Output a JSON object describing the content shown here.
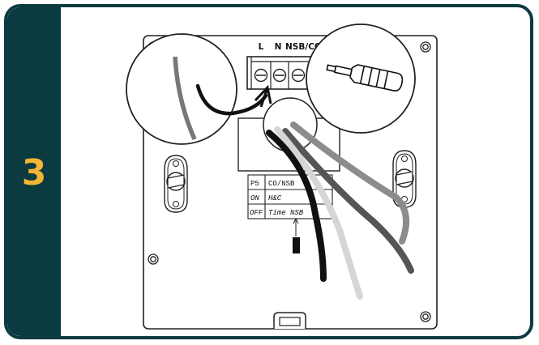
{
  "step": {
    "number": "3",
    "accent_color": "#f2b535",
    "panel_color": "#0b3b40"
  },
  "diagram": {
    "terminals": [
      "L",
      "N",
      "NSB/CO"
    ],
    "tool_icon": "screwdriver-icon",
    "screw_icon": "mounting-screw-icon",
    "table": {
      "header": [
        "P5",
        "CO/NSB"
      ],
      "rows": [
        [
          "ON",
          "H&C"
        ],
        [
          "OFF",
          "Time NSB"
        ]
      ]
    }
  }
}
